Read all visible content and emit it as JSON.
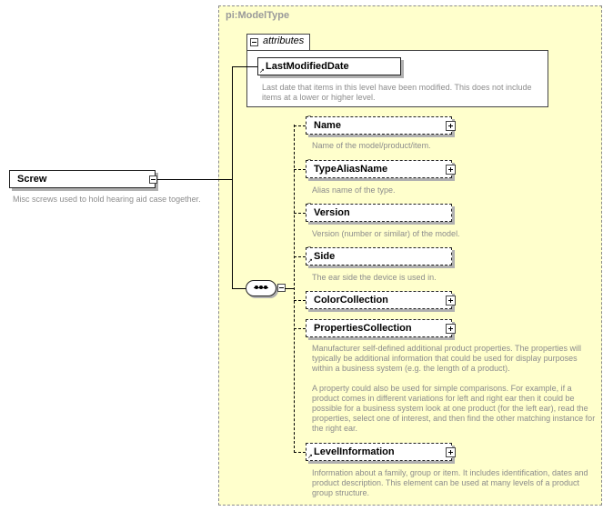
{
  "type_name": "pi:ModelType",
  "attributes_label": "attributes",
  "root": {
    "name": "Screw",
    "doc": "Misc screws used to hold hearing aid case together."
  },
  "attribute": {
    "name": "LastModifiedDate",
    "doc": "Last date that items in this level have been modified. This does not include items at a lower or higher level."
  },
  "elements": [
    {
      "name": "Name",
      "doc": "Name of the model/product/item."
    },
    {
      "name": "TypeAliasName",
      "doc": "Alias name of the type."
    },
    {
      "name": "Version",
      "doc": "Version (number or similar) of the model."
    },
    {
      "name": "Side",
      "doc": "The ear side the device is used in."
    },
    {
      "name": "ColorCollection",
      "doc": ""
    },
    {
      "name": "PropertiesCollection",
      "doc": "Manufacturer self-defined additional product properties.  The properties will typically be additional information that could be used for display purposes within a business system (e.g. the length of a product).\n\nA property could also be used for simple comparisons.  For example, if a product comes in different variations for left and right ear then it could be possible for a business system look at one product (for the left ear), read the properties, select one of interest, and then find the other matching instance for the right ear."
    },
    {
      "name": "LevelInformation",
      "doc": "Information about a family, group or item. It includes identification, dates and product description. This element can be used at many levels of a product group structure."
    }
  ]
}
